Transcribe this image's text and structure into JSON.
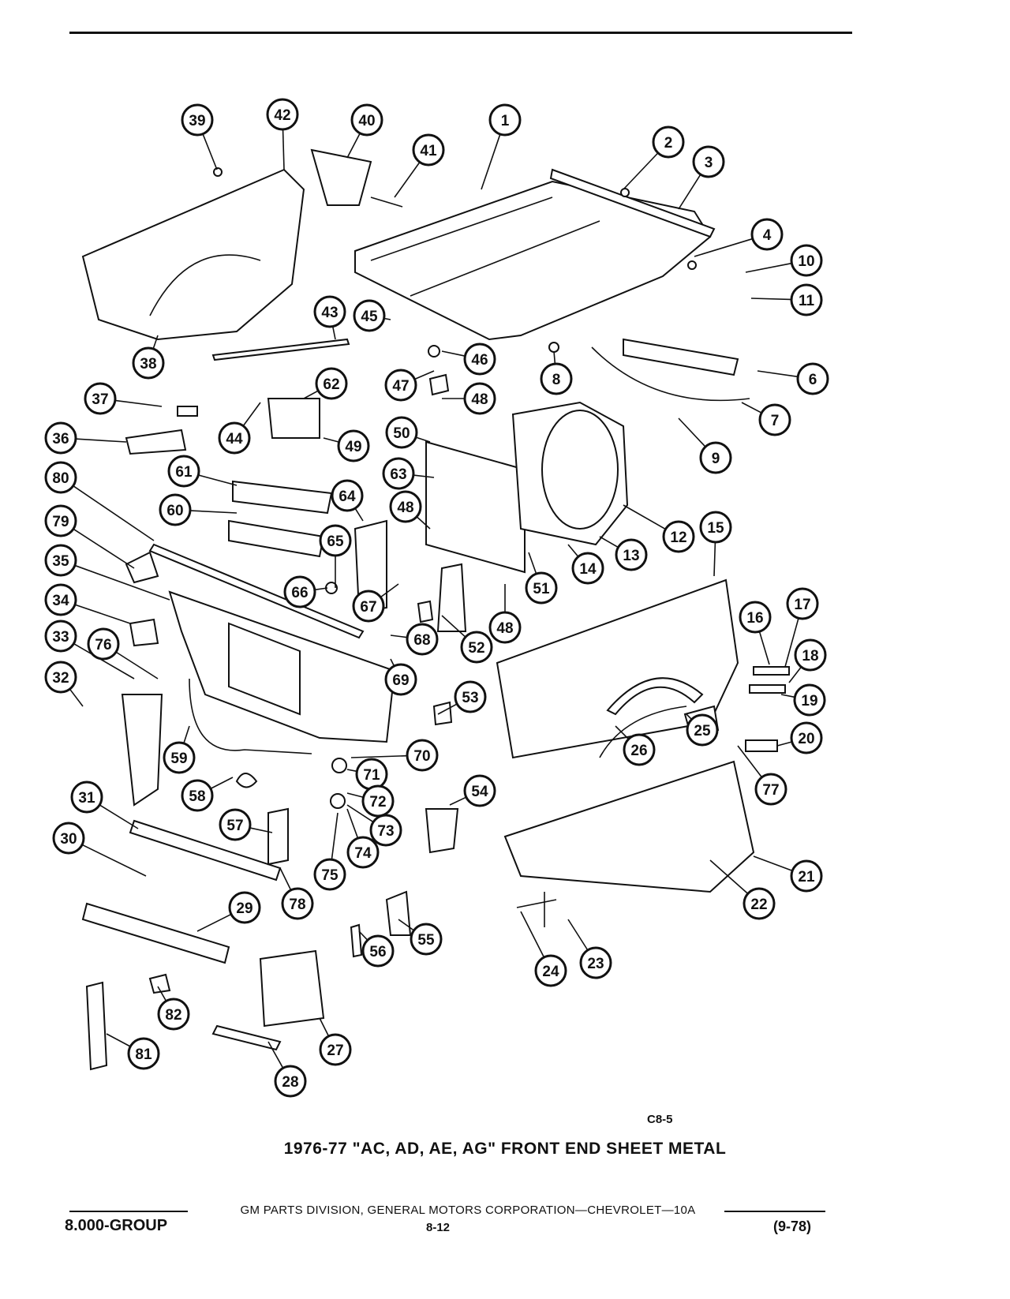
{
  "figure": {
    "code": "C8-5",
    "caption": "1976-77 \"AC, AD, AE, AG\" FRONT END SHEET METAL"
  },
  "callouts": [
    {
      "n": "1"
    },
    {
      "n": "2"
    },
    {
      "n": "3"
    },
    {
      "n": "4"
    },
    {
      "n": "6"
    },
    {
      "n": "7"
    },
    {
      "n": "8"
    },
    {
      "n": "9"
    },
    {
      "n": "10"
    },
    {
      "n": "11"
    },
    {
      "n": "12"
    },
    {
      "n": "13"
    },
    {
      "n": "14"
    },
    {
      "n": "15"
    },
    {
      "n": "16"
    },
    {
      "n": "17"
    },
    {
      "n": "18"
    },
    {
      "n": "19"
    },
    {
      "n": "20"
    },
    {
      "n": "21"
    },
    {
      "n": "22"
    },
    {
      "n": "23"
    },
    {
      "n": "24"
    },
    {
      "n": "25"
    },
    {
      "n": "26"
    },
    {
      "n": "27"
    },
    {
      "n": "28"
    },
    {
      "n": "29"
    },
    {
      "n": "30"
    },
    {
      "n": "31"
    },
    {
      "n": "32"
    },
    {
      "n": "33"
    },
    {
      "n": "34"
    },
    {
      "n": "35"
    },
    {
      "n": "36"
    },
    {
      "n": "37"
    },
    {
      "n": "38"
    },
    {
      "n": "39"
    },
    {
      "n": "40"
    },
    {
      "n": "41"
    },
    {
      "n": "42"
    },
    {
      "n": "43"
    },
    {
      "n": "44"
    },
    {
      "n": "45"
    },
    {
      "n": "46"
    },
    {
      "n": "47"
    },
    {
      "n": "48"
    },
    {
      "n": "48"
    },
    {
      "n": "48"
    },
    {
      "n": "49"
    },
    {
      "n": "50"
    },
    {
      "n": "51"
    },
    {
      "n": "52"
    },
    {
      "n": "53"
    },
    {
      "n": "54"
    },
    {
      "n": "55"
    },
    {
      "n": "56"
    },
    {
      "n": "57"
    },
    {
      "n": "58"
    },
    {
      "n": "59"
    },
    {
      "n": "60"
    },
    {
      "n": "61"
    },
    {
      "n": "62"
    },
    {
      "n": "63"
    },
    {
      "n": "64"
    },
    {
      "n": "65"
    },
    {
      "n": "66"
    },
    {
      "n": "67"
    },
    {
      "n": "68"
    },
    {
      "n": "69"
    },
    {
      "n": "70"
    },
    {
      "n": "71"
    },
    {
      "n": "72"
    },
    {
      "n": "73"
    },
    {
      "n": "74"
    },
    {
      "n": "75"
    },
    {
      "n": "76"
    },
    {
      "n": "77"
    },
    {
      "n": "78"
    },
    {
      "n": "79"
    },
    {
      "n": "80"
    },
    {
      "n": "81"
    },
    {
      "n": "82"
    }
  ],
  "footer": {
    "credit": "GM PARTS DIVISION, GENERAL MOTORS CORPORATION—CHEVROLET—10A",
    "group": "8.000-GROUP",
    "page": "8-12",
    "date": "(9-78)"
  }
}
